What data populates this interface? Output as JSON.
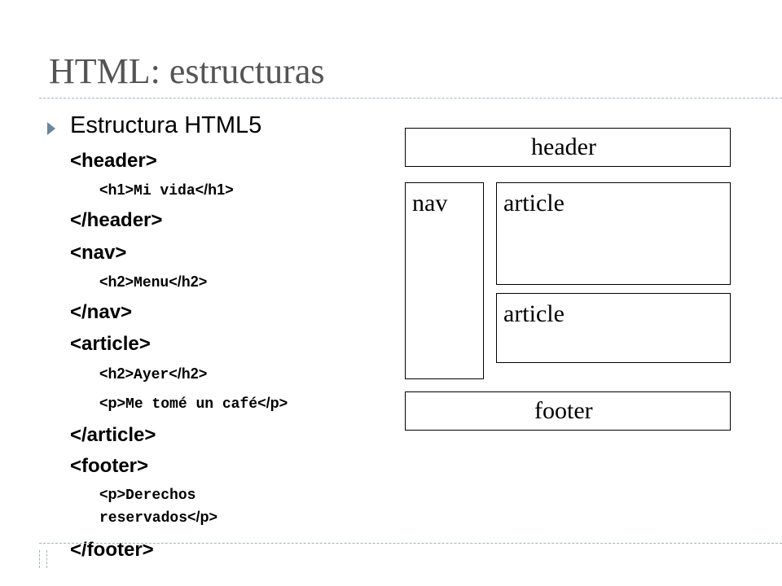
{
  "slide": {
    "title": "HTML: estructuras",
    "bullet": "Estructura HTML5"
  },
  "code": {
    "header_open": "<header>",
    "h1_open": "<h1>",
    "h1_text": "Mi vida",
    "h1_close": "</h1>",
    "header_close": "</header>",
    "nav_open": "<nav>",
    "h2_open_1": "<h2>",
    "h2_text_1": "Menu",
    "h2_close_1": "</h2>",
    "nav_close": "</nav>",
    "article_open": "<article>",
    "h2_open_2": "<h2>",
    "h2_text_2": "Ayer",
    "h2_close_2": "</h2>",
    "p_open_1": "<p>",
    "p_text_1": "Me tomé un café",
    "p_close_1": "</p>",
    "article_close": "</article>",
    "footer_open": "<footer>",
    "p_open_2": "<p>",
    "p_text_2a": "Derechos",
    "p_text_2b": "reservados",
    "p_close_2": "</p>",
    "footer_close": "</footer>"
  },
  "diagram": {
    "header": "header",
    "nav": "nav",
    "article_1": "article",
    "article_2": "article",
    "footer": "footer"
  }
}
